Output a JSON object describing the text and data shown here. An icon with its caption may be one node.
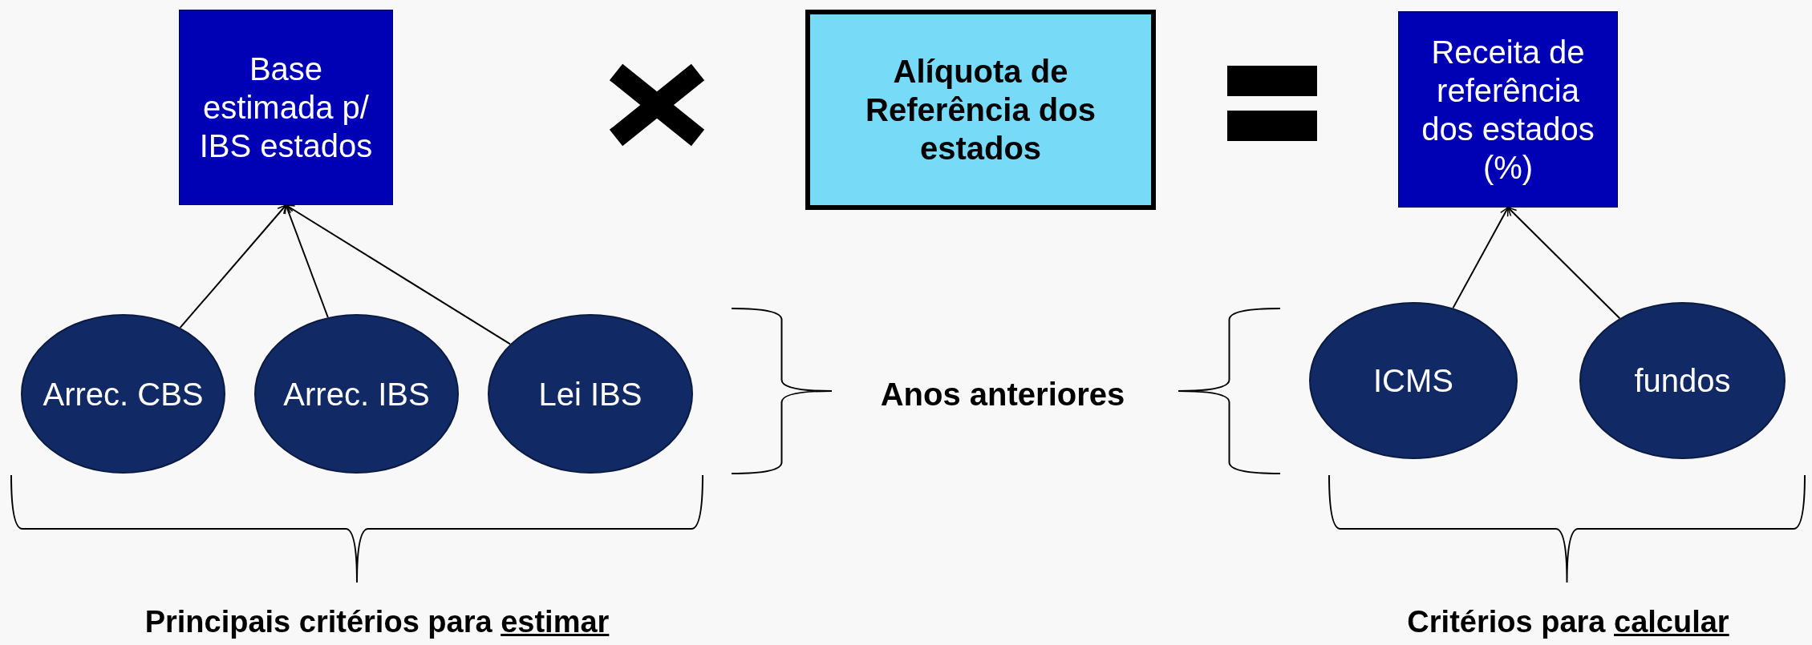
{
  "diagram": {
    "nodes": [
      {
        "text": [
          "Base estimada p/ IBS estados"
        ]
      },
      {
        "text": [
          "Alíquota de Referência dos estados"
        ]
      },
      {
        "text": [
          "Receita de referência dos estados (%)"
        ]
      },
      {
        "text": [
          "Arrec. CBS"
        ]
      },
      {
        "text": [
          "Arrec. IBS"
        ]
      },
      {
        "text": [
          "Lei IBS"
        ]
      },
      {
        "text": [
          "ICMS"
        ]
      },
      {
        "text": [
          "fundos"
        ]
      }
    ],
    "edges": [
      {
        "from": 3,
        "to": 0,
        "arrow": "to"
      },
      {
        "from": 4,
        "to": 0,
        "arrow": "to"
      },
      {
        "from": 5,
        "to": 0,
        "arrow": "to"
      },
      {
        "from": 6,
        "to": 2,
        "arrow": "to"
      },
      {
        "from": 7,
        "to": 2,
        "arrow": "to"
      }
    ],
    "labels": [
      "Anos anteriores",
      "Principais critérios para estimar",
      "Critérios para calcular"
    ]
  }
}
